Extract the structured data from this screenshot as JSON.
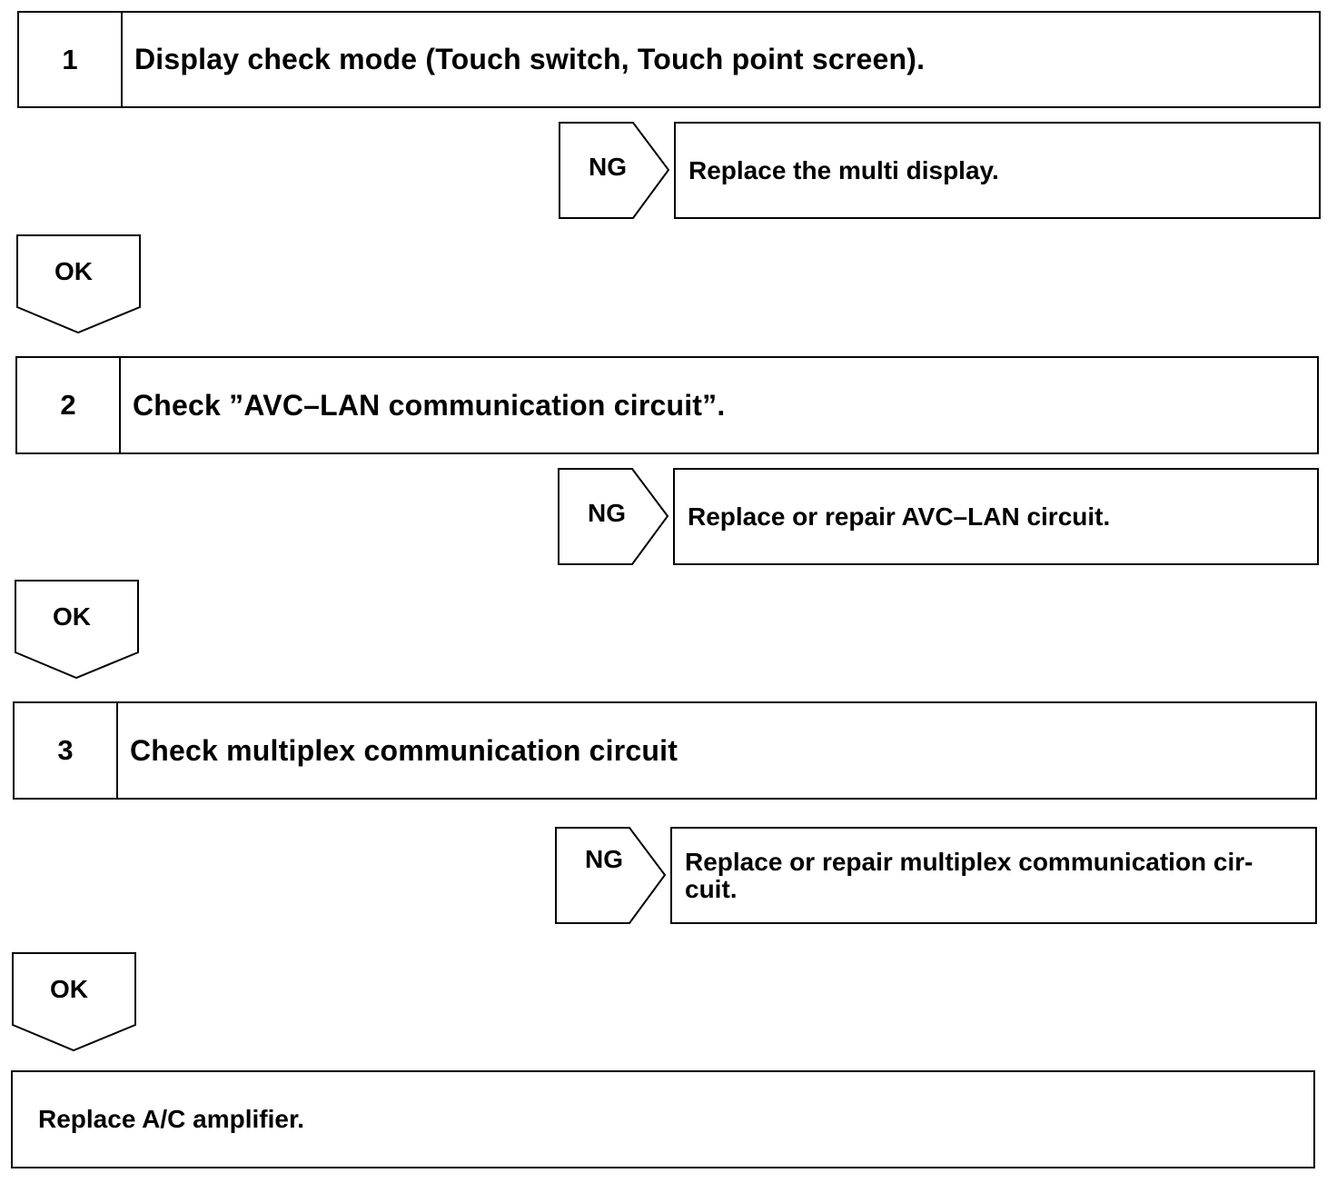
{
  "steps": [
    {
      "number": "1",
      "title": "Display check mode (Touch switch, Touch point screen).",
      "ng_label": "NG",
      "ng_action": "Replace the multi display.",
      "ok_label": "OK"
    },
    {
      "number": "2",
      "title": "Check ”AVC–LAN communication circuit”.",
      "ng_label": "NG",
      "ng_action": "Replace or repair AVC–LAN circuit.",
      "ok_label": "OK"
    },
    {
      "number": "3",
      "title": "Check multiplex communication circuit",
      "ng_label": "NG",
      "ng_action": "Replace or repair multiplex communication cir- cuit.",
      "ok_label": "OK"
    }
  ],
  "final_action": "Replace A/C amplifier."
}
